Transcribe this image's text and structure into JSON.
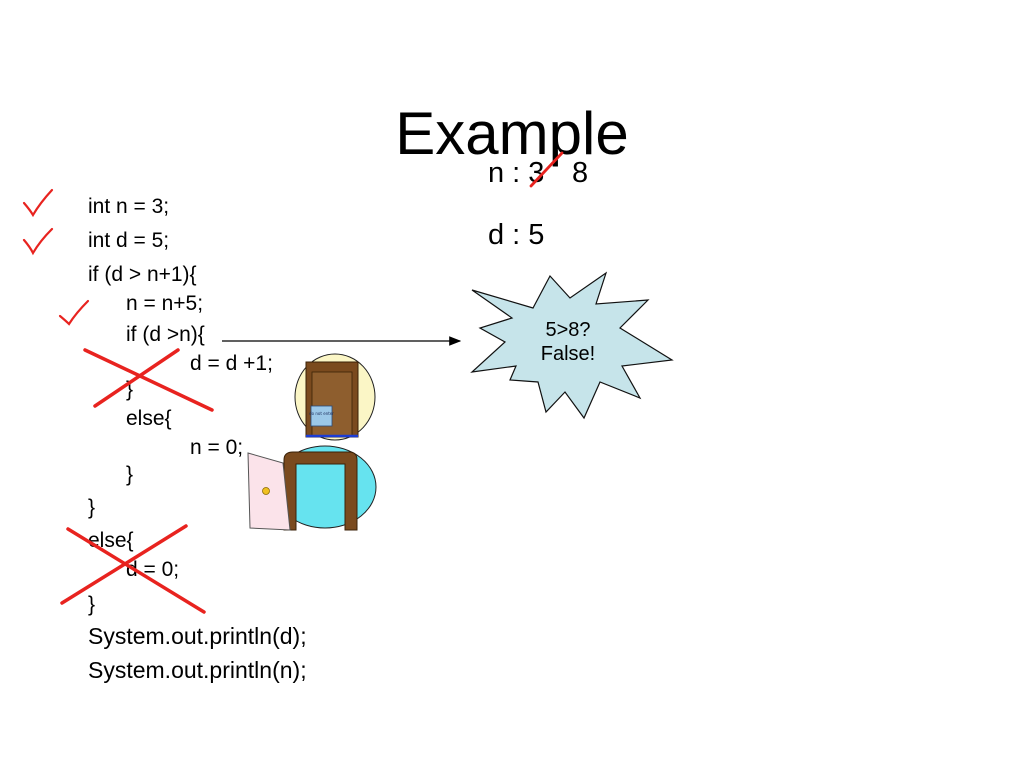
{
  "slide": {
    "title": "Example",
    "code_lines": [
      "int n = 3;",
      "int d = 5;",
      "if (d > n+1){",
      "n = n+5;",
      "if (d >n){",
      "d = d +1;",
      "}",
      "else{",
      "n = 0;",
      "}",
      "}",
      "else{",
      "d = 0;",
      "}",
      "System.out.println(d);",
      "System.out.println(n);"
    ],
    "variables": {
      "n_label": "n : 3",
      "n_new_value": "8",
      "d_label": "d : 5"
    },
    "callout": {
      "line1": "5>8?",
      "line2": "False!"
    },
    "door_sign_text": "do not enter"
  },
  "colors": {
    "mark_red": "#e8231f",
    "burst_fill": "#c6e4ea",
    "door_frame": "#7a4a1e",
    "closed_door_bg": "#fbf6c6",
    "open_door_bg": "#66e3ef",
    "open_door_panel": "#fbe3ea"
  },
  "icons": [
    "check-mark-icon",
    "cross-out-icon",
    "closed-door-icon",
    "open-door-icon",
    "arrow-icon",
    "starburst-callout"
  ]
}
